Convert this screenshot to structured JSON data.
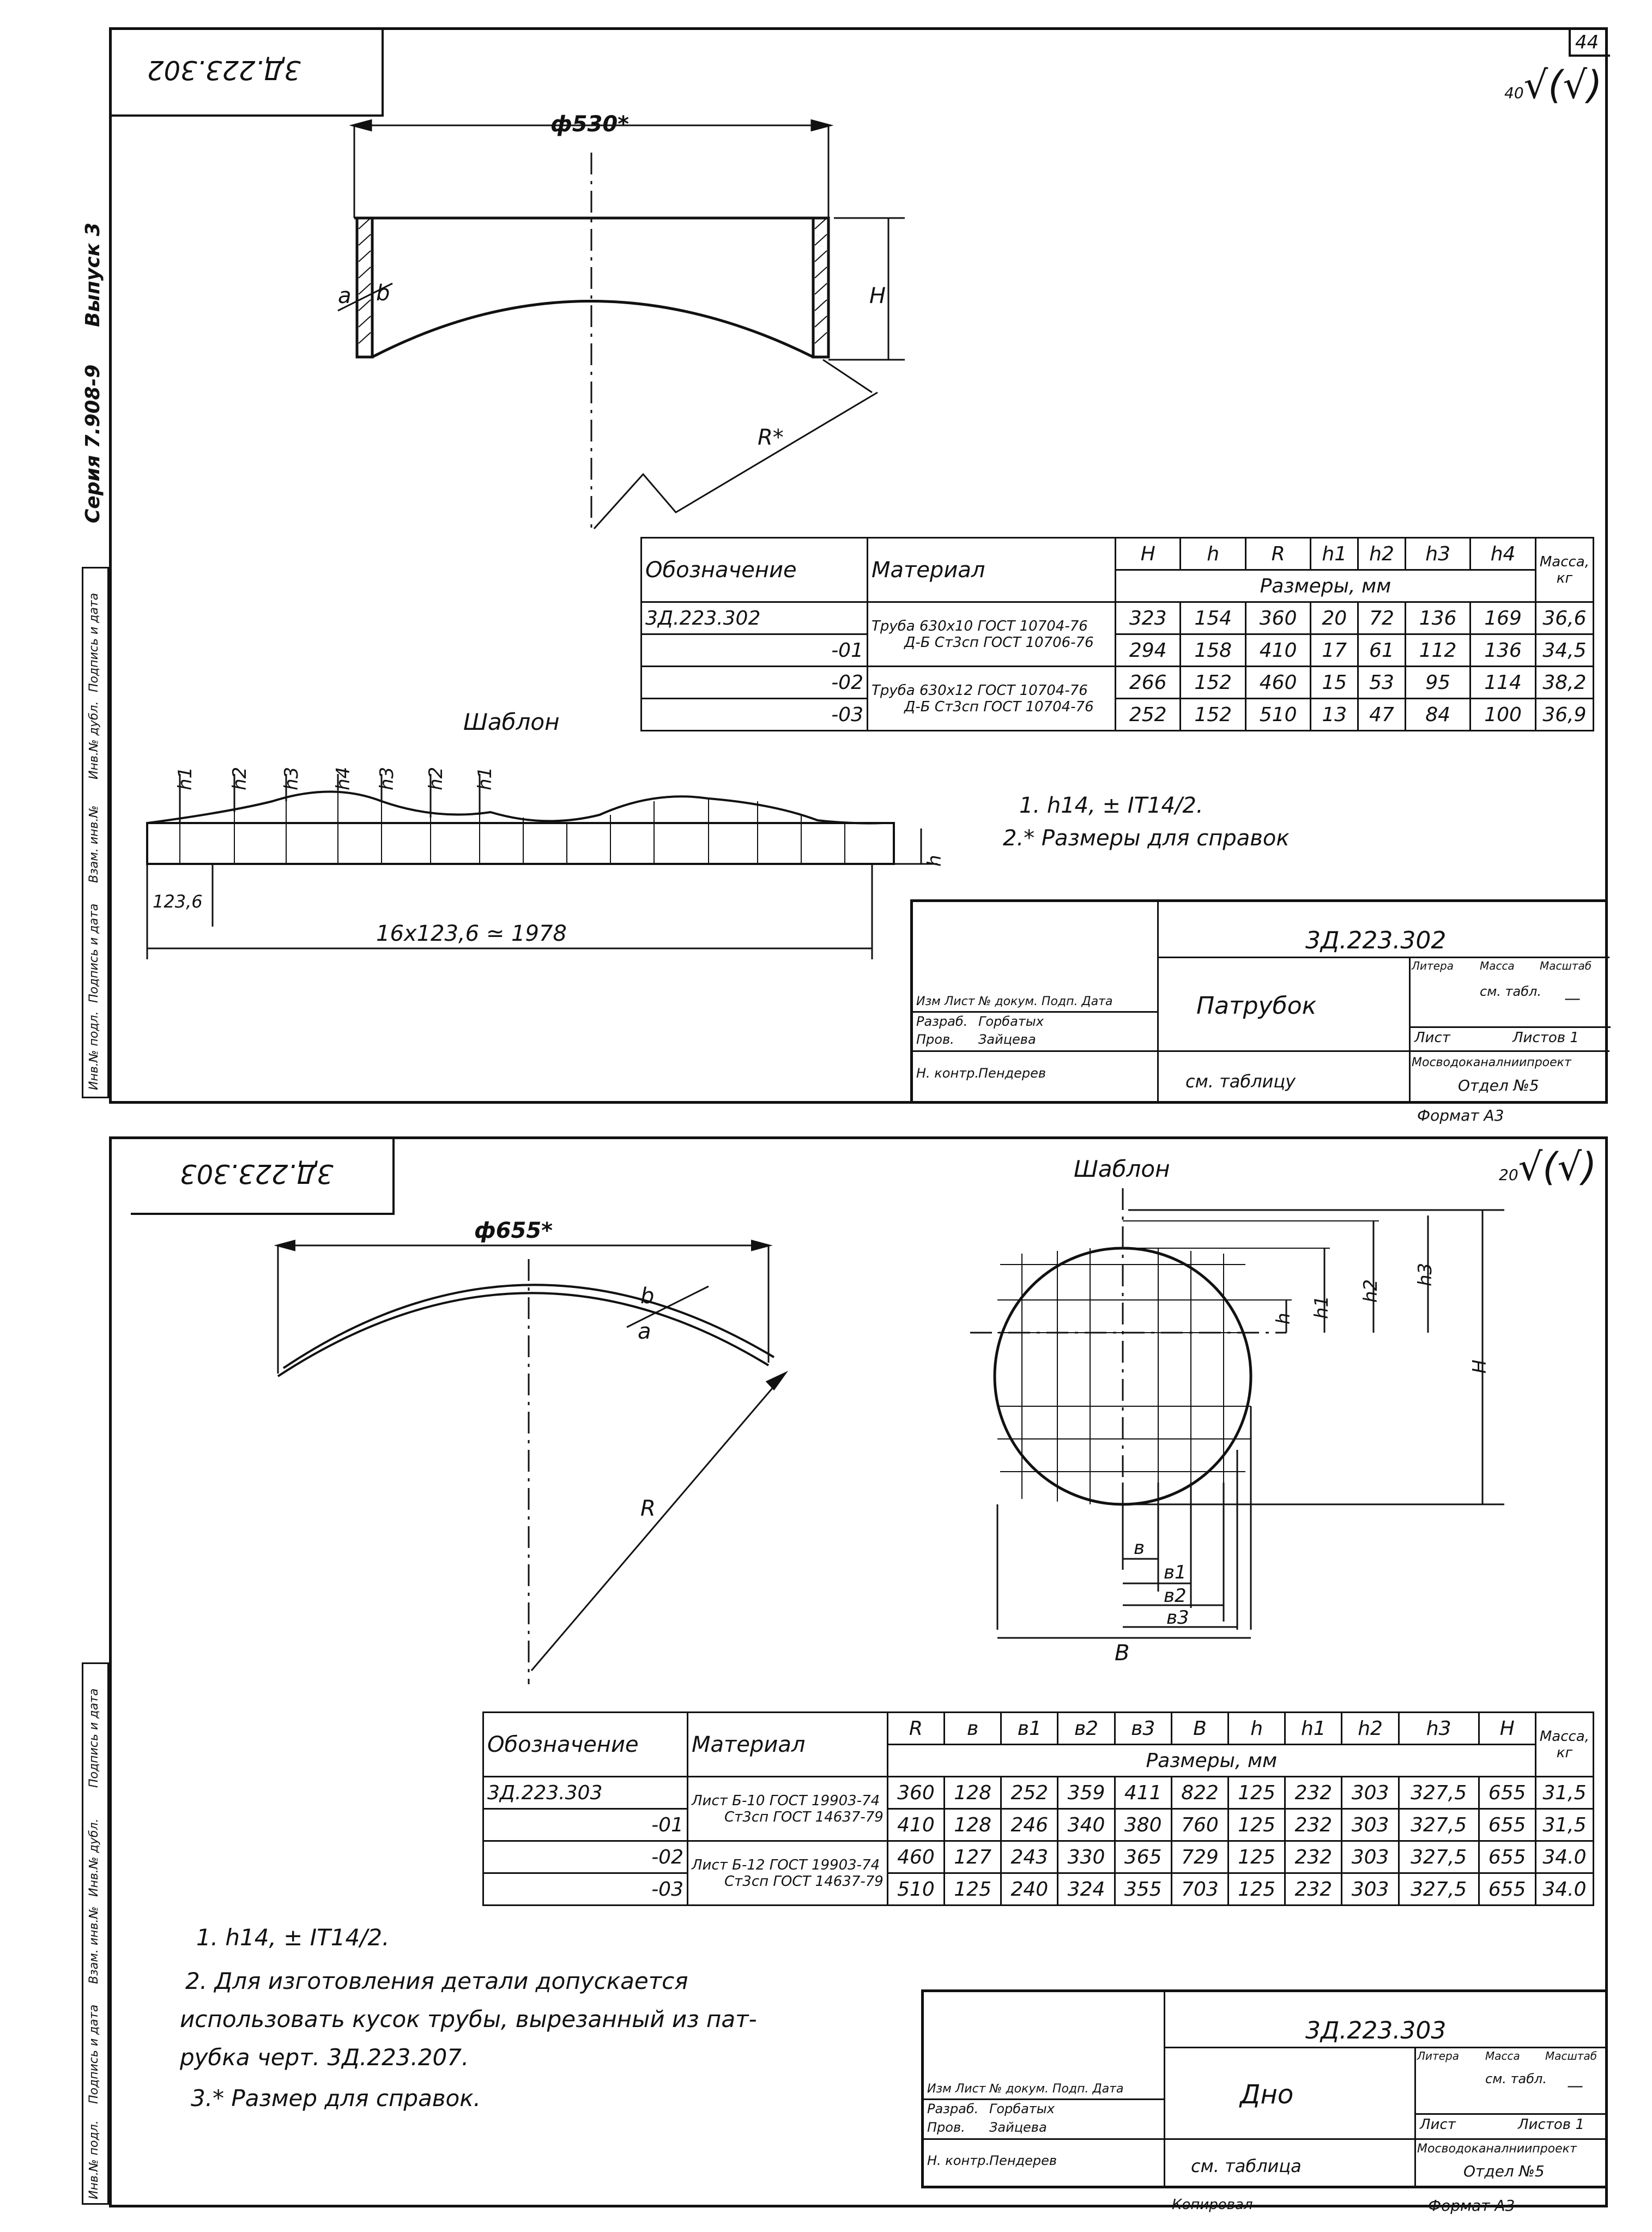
{
  "page_number": "44",
  "sidebar": {
    "series": "Серия 7.908-9",
    "issue": "Выпуск 3",
    "stamp_labels": [
      "Подпись и дата",
      "Инв.№ дубл.",
      "Взам. инв.№",
      "Подпись и дата",
      "Инв.№ подл."
    ]
  },
  "sheet1": {
    "code_top": "3Д.223.302",
    "roughness": "40",
    "diameter": "ф530*",
    "label_H": "H",
    "label_R": "R*",
    "label_a": "a",
    "label_b": "b",
    "template_title": "Шаблон",
    "template_marks": [
      "h1",
      "h2",
      "h3",
      "h4",
      "h3",
      "h2",
      "h1"
    ],
    "template_h": "h",
    "template_step": "123,6",
    "template_total": "16х123,6 ≃ 1978",
    "table": {
      "headers": [
        "Обозначение",
        "Материал",
        "H",
        "h",
        "R",
        "h1",
        "h2",
        "h3",
        "h4",
        "Масса, кг"
      ],
      "subheader": "Размеры, мм",
      "rows": [
        {
          "code": "3Д.223.302",
          "H": "323",
          "h": "154",
          "R": "360",
          "h1": "20",
          "h2": "72",
          "h3": "136",
          "h4": "169",
          "mass": "36,6"
        },
        {
          "code": "-01",
          "H": "294",
          "h": "158",
          "R": "410",
          "h1": "17",
          "h2": "61",
          "h3": "112",
          "h4": "136",
          "mass": "34,5"
        },
        {
          "code": "-02",
          "H": "266",
          "h": "152",
          "R": "460",
          "h1": "15",
          "h2": "53",
          "h3": "95",
          "h4": "114",
          "mass": "38,2"
        },
        {
          "code": "-03",
          "H": "252",
          "h": "152",
          "R": "510",
          "h1": "13",
          "h2": "47",
          "h3": "84",
          "h4": "100",
          "mass": "36,9"
        }
      ],
      "material_1a": "Труба 630х10 ГОСТ 10704-76",
      "material_1b": "Д-Б Ст3сп ГОСТ 10706-76",
      "material_2a": "Труба 630х12 ГОСТ 10704-76",
      "material_2b": "Д-Б Ст3сп ГОСТ 10704-76"
    },
    "notes": [
      "1. h14, ± IT14/2.",
      "2.* Размеры для справок"
    ],
    "title_block": {
      "code": "3Д.223.302",
      "name": "Патрубок",
      "col_headers": "Изм Лист № докум. Подп. Дата",
      "dev_label": "Разраб.",
      "dev_name": "Горбатых",
      "check_label": "Пров.",
      "check_name": "Зайцева",
      "norm_label": "Н. контр.",
      "norm_name": "Пендерев",
      "material": "см. таблицу",
      "litera": "Литера",
      "mass": "Масса",
      "scale": "Масштаб",
      "mass_value": "см. табл.",
      "scale_value": "—",
      "sheet": "Лист",
      "sheets": "Листов 1",
      "org": "Мосводоканалниипроект",
      "dept": "Отдел №5",
      "format": "Формат А3"
    }
  },
  "sheet2": {
    "code_top": "3Д.223.303",
    "roughness": "20",
    "diameter": "ф655*",
    "label_R": "R",
    "label_a": "a",
    "label_b": "b",
    "template_title": "Шаблон",
    "dims_right": [
      "h",
      "h1",
      "h2",
      "h3",
      "H"
    ],
    "dims_bottom": [
      "в",
      "в1",
      "в2",
      "в3",
      "B"
    ],
    "table": {
      "headers": [
        "Обозначение",
        "Материал",
        "R",
        "в",
        "в1",
        "в2",
        "в3",
        "B",
        "h",
        "h1",
        "h2",
        "h3",
        "H",
        "Масса, кг"
      ],
      "subheader": "Размеры, мм",
      "rows": [
        {
          "code": "3Д.223.303",
          "R": "360",
          "b": "128",
          "b1": "252",
          "b2": "359",
          "b3": "411",
          "B": "822",
          "h": "125",
          "h1": "232",
          "h2": "303",
          "h3": "327,5",
          "H": "655",
          "mass": "31,5"
        },
        {
          "code": "-01",
          "R": "410",
          "b": "128",
          "b1": "246",
          "b2": "340",
          "b3": "380",
          "B": "760",
          "h": "125",
          "h1": "232",
          "h2": "303",
          "h3": "327,5",
          "H": "655",
          "mass": "31,5"
        },
        {
          "code": "-02",
          "R": "460",
          "b": "127",
          "b1": "243",
          "b2": "330",
          "b3": "365",
          "B": "729",
          "h": "125",
          "h1": "232",
          "h2": "303",
          "h3": "327,5",
          "H": "655",
          "mass": "34.0"
        },
        {
          "code": "-03",
          "R": "510",
          "b": "125",
          "b1": "240",
          "b2": "324",
          "b3": "355",
          "B": "703",
          "h": "125",
          "h1": "232",
          "h2": "303",
          "h3": "327,5",
          "H": "655",
          "mass": "34.0"
        }
      ],
      "material_1a": "Лист Б-10 ГОСТ 19903-74",
      "material_1b": "Ст3сп ГОСТ 14637-79",
      "material_2a": "Лист Б-12 ГОСТ 19903-74",
      "material_2b": "Ст3сп ГОСТ 14637-79"
    },
    "notes": [
      "1. h14, ± IT14/2.",
      "2. Для изготовления детали допускается",
      "использовать кусок трубы, вырезанный из пат-",
      "рубка черт. 3Д.223.207.",
      "3.* Размер для справок."
    ],
    "title_block": {
      "code": "3Д.223.303",
      "name": "Дно",
      "col_headers": "Изм Лист № докум. Подп. Дата",
      "dev_label": "Разраб.",
      "dev_name": "Горбатых",
      "check_label": "Пров.",
      "check_name": "Зайцева",
      "norm_label": "Н. контр.",
      "norm_name": "Пендерев",
      "material": "см. таблица",
      "litera": "Литера",
      "mass": "Масса",
      "scale": "Масштаб",
      "mass_value": "см. табл.",
      "scale_value": "—",
      "sheet": "Лист",
      "sheets": "Листов 1",
      "org": "Мосводоканалниипроект",
      "dept": "Отдел №5",
      "copied": "Копировал",
      "format": "Формат А3"
    }
  }
}
